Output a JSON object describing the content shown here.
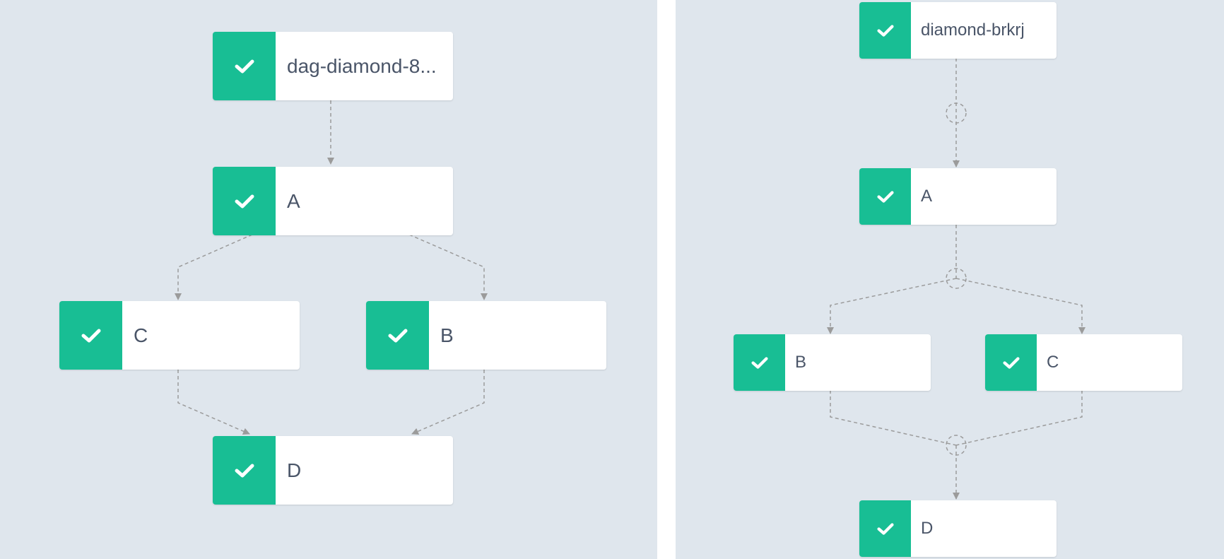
{
  "left_graph": {
    "nodes": {
      "root": {
        "label": "dag-diamond-8...",
        "status": "succeeded",
        "icon": "check-icon"
      },
      "a": {
        "label": "A",
        "status": "succeeded",
        "icon": "check-icon"
      },
      "c": {
        "label": "C",
        "status": "succeeded",
        "icon": "check-icon"
      },
      "b": {
        "label": "B",
        "status": "succeeded",
        "icon": "check-icon"
      },
      "d": {
        "label": "D",
        "status": "succeeded",
        "icon": "check-icon"
      }
    },
    "edges": [
      [
        "root",
        "a"
      ],
      [
        "a",
        "c"
      ],
      [
        "a",
        "b"
      ],
      [
        "c",
        "d"
      ],
      [
        "b",
        "d"
      ]
    ]
  },
  "right_graph": {
    "nodes": {
      "root": {
        "label": "diamond-brkrj",
        "status": "succeeded",
        "icon": "check-icon"
      },
      "a": {
        "label": "A",
        "status": "succeeded",
        "icon": "check-icon"
      },
      "b": {
        "label": "B",
        "status": "succeeded",
        "icon": "check-icon"
      },
      "c": {
        "label": "C",
        "status": "succeeded",
        "icon": "check-icon"
      },
      "d": {
        "label": "D",
        "status": "succeeded",
        "icon": "check-icon"
      }
    },
    "edges": [
      [
        "root",
        "a"
      ],
      [
        "a",
        "b"
      ],
      [
        "a",
        "c"
      ],
      [
        "b",
        "d"
      ],
      [
        "c",
        "d"
      ]
    ]
  },
  "colors": {
    "background": "#dfe6ed",
    "success": "#18be94",
    "edge": "#9b9b9b",
    "text": "#4a5568"
  }
}
